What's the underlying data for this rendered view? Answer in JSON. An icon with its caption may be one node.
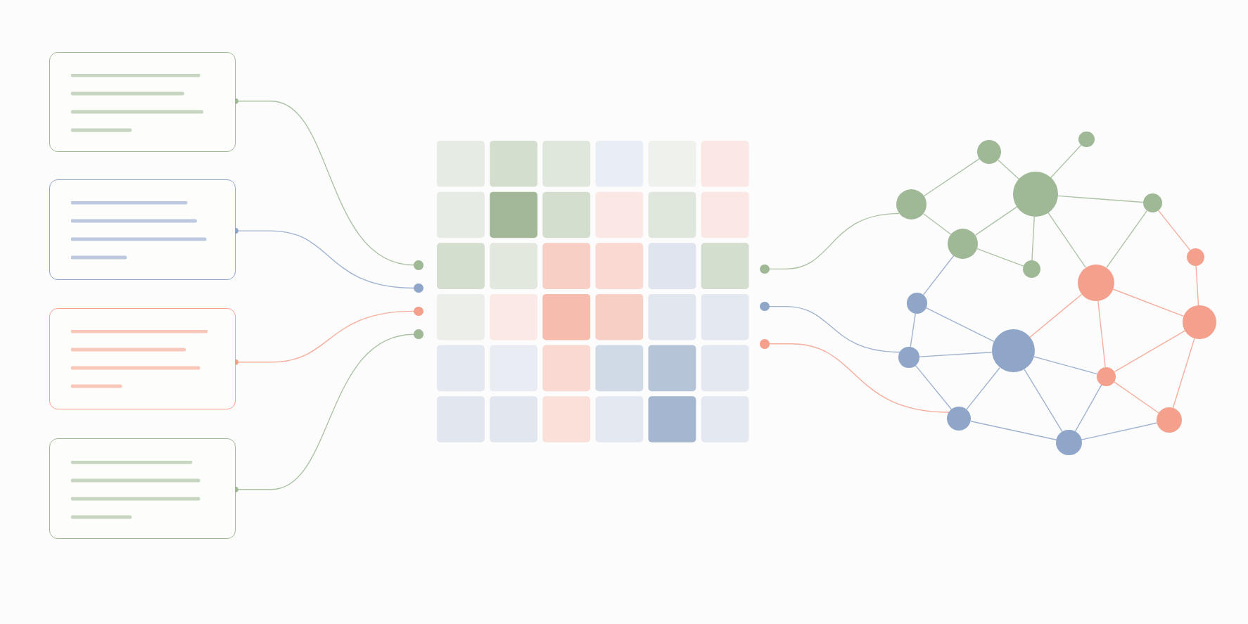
{
  "diagram": {
    "nodes": [
      {
        "text": [],
        "shape": "box"
      },
      {
        "text": [],
        "shape": "box"
      },
      {
        "text": [],
        "shape": "box"
      },
      {
        "text": [],
        "shape": "box"
      },
      {
        "text": [],
        "shape": "picture"
      },
      {
        "text": [],
        "shape": "circle"
      },
      {
        "text": [],
        "shape": "circle"
      },
      {
        "text": [],
        "shape": "circle"
      },
      {
        "text": [],
        "shape": "circle"
      },
      {
        "text": [],
        "shape": "circle"
      },
      {
        "text": [],
        "shape": "circle"
      },
      {
        "text": [],
        "shape": "circle"
      },
      {
        "text": [],
        "shape": "circle"
      },
      {
        "text": [],
        "shape": "circle"
      },
      {
        "text": [],
        "shape": "circle"
      },
      {
        "text": [],
        "shape": "circle"
      },
      {
        "text": [],
        "shape": "circle"
      },
      {
        "text": [],
        "shape": "circle"
      },
      {
        "text": [],
        "shape": "circle"
      },
      {
        "text": [],
        "shape": "circle"
      },
      {
        "text": [],
        "shape": "circle"
      },
      {
        "text": [],
        "shape": "circle"
      },
      {
        "text": [],
        "shape": "circle"
      },
      {
        "text": [],
        "shape": "circle"
      },
      {
        "text": [],
        "shape": "circle"
      },
      {
        "text": [],
        "shape": "circle"
      },
      {
        "text": [],
        "shape": "circle"
      },
      {
        "text": [],
        "shape": "circle"
      },
      {
        "text": [],
        "shape": "circle"
      }
    ],
    "edges": [
      {
        "from": 0,
        "to": 5,
        "arrow": "other",
        "color": "#9fb896"
      },
      {
        "from": 1,
        "to": 6,
        "arrow": "other",
        "color": "#8fa6c8"
      },
      {
        "from": 2,
        "to": 7,
        "arrow": "other",
        "color": "#f4a08c"
      },
      {
        "from": 3,
        "to": 8,
        "arrow": "other",
        "color": "#9fb896"
      },
      {
        "from": 9,
        "to": 14,
        "arrow": "none",
        "color": "#9fb896"
      },
      {
        "from": 10,
        "to": 24,
        "arrow": "none",
        "color": "#8fa6c8"
      },
      {
        "from": 11,
        "to": 26,
        "arrow": "none",
        "color": "#f4a08c"
      },
      {
        "from": 14,
        "to": 12,
        "arrow": "none",
        "color": "#9fb896"
      },
      {
        "from": 12,
        "to": 15,
        "arrow": "none",
        "color": "#9fb896"
      },
      {
        "from": 15,
        "to": 13,
        "arrow": "none",
        "color": "#9fb896"
      },
      {
        "from": 15,
        "to": 16,
        "arrow": "none",
        "color": "#9fb896"
      },
      {
        "from": 14,
        "to": 17,
        "arrow": "none",
        "color": "#9fb896"
      },
      {
        "from": 17,
        "to": 15,
        "arrow": "none",
        "color": "#9fb896"
      },
      {
        "from": 17,
        "to": 18,
        "arrow": "none",
        "color": "#9fb896"
      },
      {
        "from": 18,
        "to": 15,
        "arrow": "none",
        "color": "#9fb896"
      },
      {
        "from": 15,
        "to": 20,
        "arrow": "none",
        "color": "#9fb896"
      },
      {
        "from": 16,
        "to": 20,
        "arrow": "none",
        "color": "#9fb896"
      },
      {
        "from": 16,
        "to": 19,
        "arrow": "none",
        "color": "#f4a08c"
      },
      {
        "from": 19,
        "to": 22,
        "arrow": "none",
        "color": "#f4a08c"
      },
      {
        "from": 20,
        "to": 22,
        "arrow": "none",
        "color": "#f4a08c"
      },
      {
        "from": 20,
        "to": 23,
        "arrow": "none",
        "color": "#f4a08c"
      },
      {
        "from": 20,
        "to": 25,
        "arrow": "none",
        "color": "#f4a08c"
      },
      {
        "from": 17,
        "to": 21,
        "arrow": "none",
        "color": "#8fa6c8"
      },
      {
        "from": 21,
        "to": 24,
        "arrow": "none",
        "color": "#8fa6c8"
      },
      {
        "from": 21,
        "to": 23,
        "arrow": "none",
        "color": "#8fa6c8"
      },
      {
        "from": 24,
        "to": 23,
        "arrow": "none",
        "color": "#8fa6c8"
      },
      {
        "from": 24,
        "to": 26,
        "arrow": "none",
        "color": "#8fa6c8"
      },
      {
        "from": 23,
        "to": 26,
        "arrow": "none",
        "color": "#8fa6c8"
      },
      {
        "from": 23,
        "to": 25,
        "arrow": "none",
        "color": "#8fa6c8"
      },
      {
        "from": 23,
        "to": 28,
        "arrow": "none",
        "color": "#8fa6c8"
      },
      {
        "from": 25,
        "to": 22,
        "arrow": "none",
        "color": "#f4a08c"
      },
      {
        "from": 25,
        "to": 27,
        "arrow": "none",
        "color": "#f4a08c"
      },
      {
        "from": 25,
        "to": 28,
        "arrow": "none",
        "color": "#8fa6c8"
      },
      {
        "from": 22,
        "to": 27,
        "arrow": "none",
        "color": "#f4a08c"
      },
      {
        "from": 26,
        "to": 28,
        "arrow": "none",
        "color": "#8fa6c8"
      },
      {
        "from": 28,
        "to": 27,
        "arrow": "none",
        "color": "#8fa6c8"
      }
    ]
  }
}
